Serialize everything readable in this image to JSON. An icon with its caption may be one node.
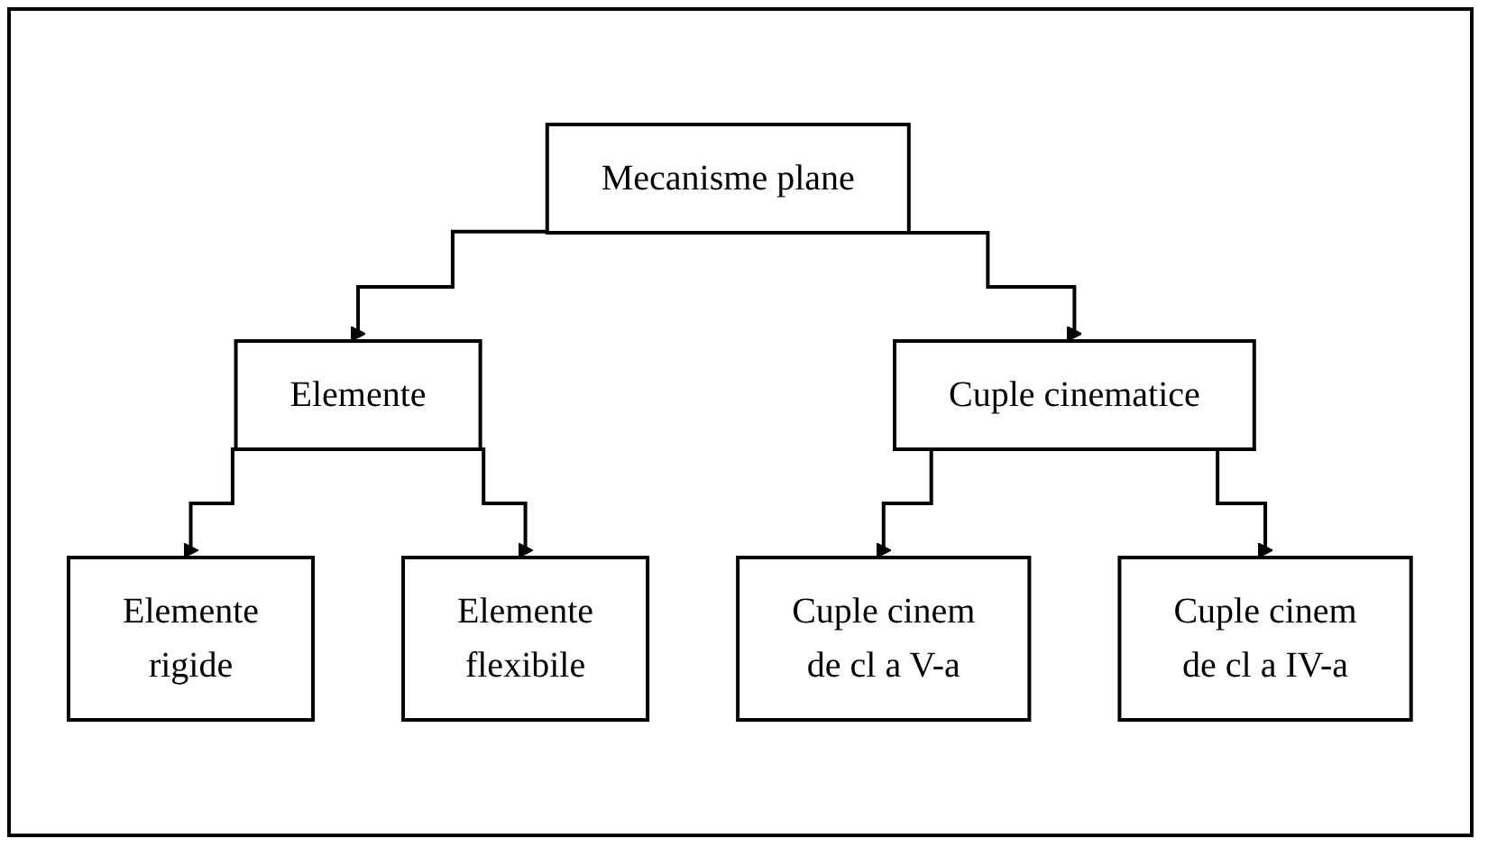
{
  "diagram": {
    "nodes": [
      {
        "text": [
          "Mecanisme plane"
        ]
      },
      {
        "text": [
          "Elemente"
        ]
      },
      {
        "text": [
          "Cuple cinematice"
        ]
      },
      {
        "text": [
          "Elemente rigide"
        ]
      },
      {
        "text": [
          "Elemente flexibile"
        ]
      },
      {
        "text": [
          "Cuple cinem de cl a V-a"
        ]
      },
      {
        "text": [
          "Cuple cinem de cl a IV-a"
        ]
      }
    ],
    "edges": [
      {
        "from": 0,
        "to": 1,
        "arrow": "to"
      },
      {
        "from": 0,
        "to": 2,
        "arrow": "to"
      },
      {
        "from": 1,
        "to": 3,
        "arrow": "to"
      },
      {
        "from": 1,
        "to": 4,
        "arrow": "to"
      },
      {
        "from": 2,
        "to": 5,
        "arrow": "to"
      },
      {
        "from": 2,
        "to": 6,
        "arrow": "to"
      }
    ]
  }
}
